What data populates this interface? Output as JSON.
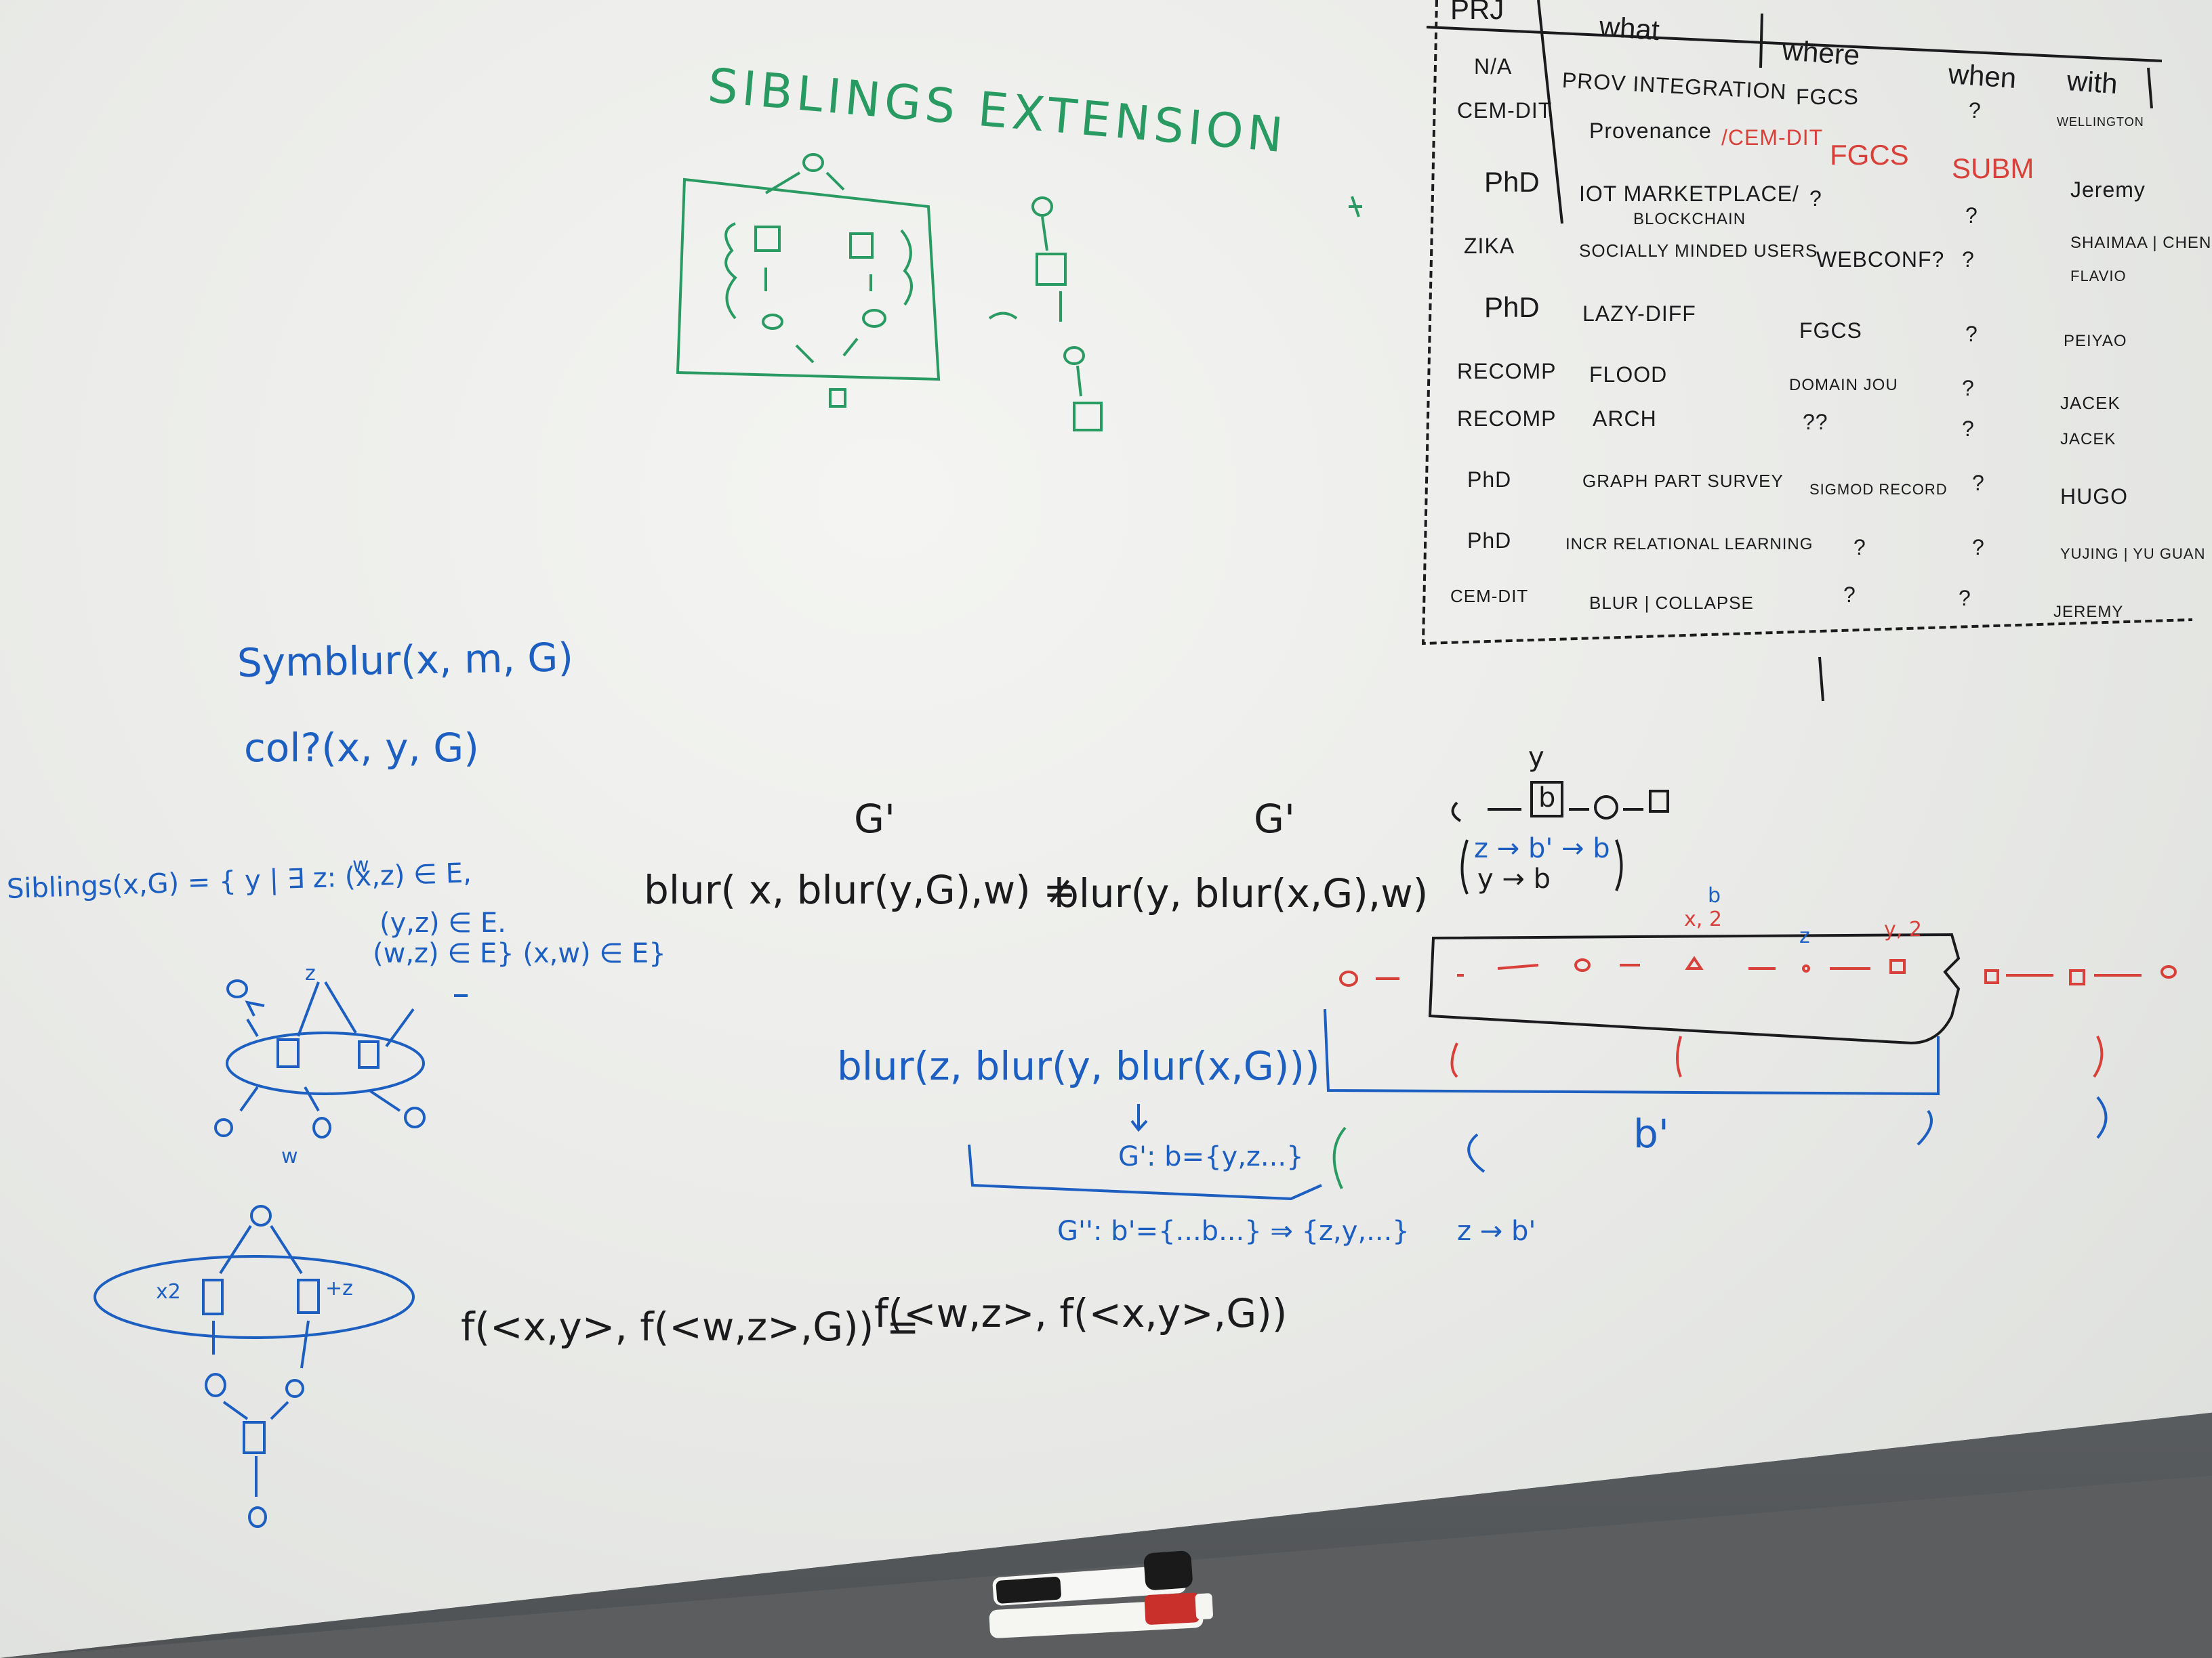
{
  "title": "SIBLINGS EXTENSION",
  "table": {
    "headers": [
      "PRJ",
      "what",
      "where",
      "when",
      "with"
    ],
    "rows": [
      {
        "prj": "N/A",
        "what": "PROV INTEGRATION",
        "where": "FGCS",
        "when": "?",
        "with": "WELLINGTON"
      },
      {
        "prj": "CEM-DIT",
        "what": "Provenance",
        "where": "FGCS",
        "when": "SUBM",
        "with": ""
      },
      {
        "prj": "PhD",
        "what": "IOT MARKETPLACE/",
        "where": "?",
        "when": "?",
        "with": "Jeremy"
      },
      {
        "prj": "",
        "what": "BLOCKCHAIN",
        "where": "",
        "when": "",
        "with": ""
      },
      {
        "prj": "ZIKA",
        "what": "SOCIALLY MINDED USERS",
        "where": "WEBCONF?",
        "when": "?",
        "with": "SHAIMAA | CHENCY"
      },
      {
        "prj": "",
        "what": "",
        "where": "",
        "when": "",
        "with": "FLAVIO"
      },
      {
        "prj": "PhD",
        "what": "LAZY-DIFF",
        "where": "FGCS",
        "when": "?",
        "with": "PEIYAO"
      },
      {
        "prj": "RECOMP",
        "what": "FLOOD",
        "where": "DOMAIN JOU",
        "when": "?",
        "with": "JACEK"
      },
      {
        "prj": "RECOMP",
        "what": "ARCH",
        "where": "??",
        "when": "?",
        "with": "JACEK"
      },
      {
        "prj": "PhD",
        "what": "GRAPH PART SURVEY",
        "where": "SIGMOD RECORD",
        "when": "?",
        "with": "HUGO"
      },
      {
        "prj": "PhD",
        "what": "INCR RELATIONAL LEARNING",
        "where": "?",
        "when": "?",
        "with": "YUJING | YU GUAN"
      },
      {
        "prj": "CEM-DIT",
        "what": "BLUR | COLLAPSE",
        "where": "?",
        "when": "?",
        "with": "JEREMY"
      }
    ],
    "red_notes": {
      "cem_dit": "/CEM-DIT",
      "fgcs": "FGCS"
    }
  },
  "formulas": {
    "symblur": "Symblur(x, m, G)",
    "col": "col?(x, y, G)",
    "siblings_a": "Siblings(x,G) = { y | ∃ z: (x,z) ∈ E,",
    "siblings_b": "(y,z) ∈ E.",
    "siblings_c": "(w,z) ∈ E} (x,w) ∈ E}",
    "g_prime_1": "G'",
    "g_prime_2": "G'",
    "blur_ineq_left": "blur( x, blur(y,G),w) ≠",
    "blur_ineq_right": "blur(y, blur(x,G),w)",
    "blur_nested": "blur(z, blur(y, blur(x,G)))",
    "gprime_b": "G': b={y,z...}",
    "gdouble": "G'': b'={...b...} ⇒ {z,y,...}",
    "z_to_b": "z → b'",
    "f_eq_left": "f(<x,y>, f(<w,z>,G)) =",
    "f_eq_right": "f(<w,z>, f(<x,y>,G))",
    "chain_y": "y",
    "chain_b": "b",
    "map_1": "z → b' → b",
    "map_2": "y → b",
    "label_b": "b",
    "label_x2": "x, 2",
    "label_z": "z",
    "label_y2": "y, 2",
    "label_bprime": "b'",
    "cluster_z": "z",
    "cluster_w": "w",
    "x2": "x2",
    "plus_z": "+z",
    "sib_star": "w"
  },
  "colors": {
    "board": "#ebece9",
    "blue_marker": "#1d5fc0",
    "green_marker": "#2a9a63",
    "black_marker": "#1b1b1d",
    "red_marker": "#d8403a"
  }
}
